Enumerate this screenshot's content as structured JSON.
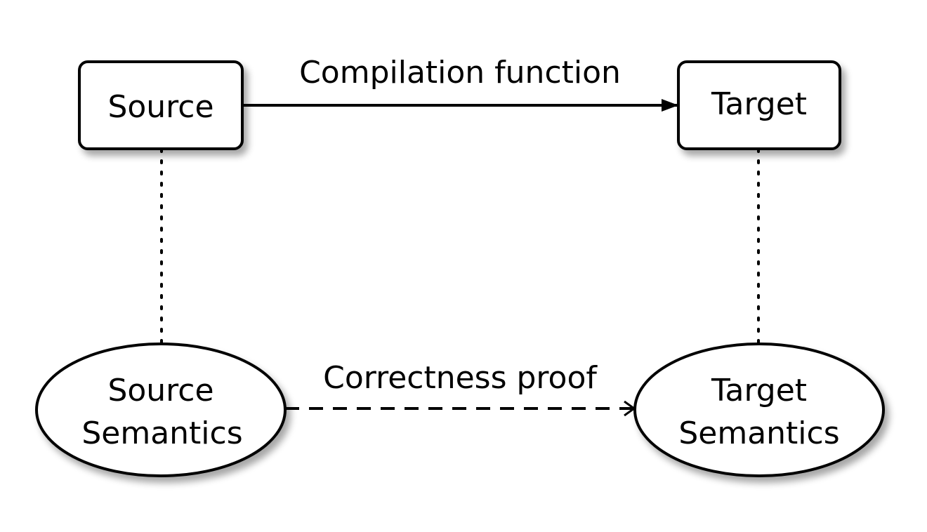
{
  "nodes": {
    "source": {
      "label": "Source"
    },
    "target": {
      "label": "Target"
    },
    "source_semantics": {
      "line1": "Source",
      "line2": "Semantics"
    },
    "target_semantics": {
      "line1": "Target",
      "line2": "Semantics"
    }
  },
  "edges": {
    "compilation": {
      "label": "Compilation function"
    },
    "correctness": {
      "label": "Correctness proof"
    }
  },
  "colors": {
    "stroke": "#000000",
    "fill": "#ffffff",
    "shadow": "#bdbdbd"
  }
}
